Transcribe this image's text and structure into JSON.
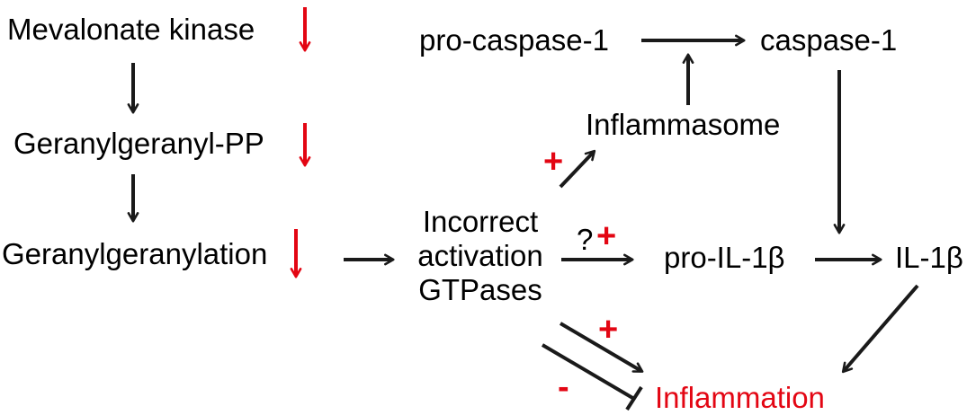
{
  "colors": {
    "text": "#000000",
    "arrow": "#1a1a1a",
    "accent_red": "#e30613"
  },
  "nodes": {
    "mevalonate_kinase": "Mevalonate kinase",
    "geranylgeranyl_pp": "Geranylgeranyl-PP",
    "geranylgeranylation": "Geranylgeranylation",
    "incorrect_activation_line1": "Incorrect",
    "incorrect_activation_line2": "activation",
    "incorrect_activation_line3": "GTPases",
    "pro_caspase_1": "pro-caspase-1",
    "caspase_1": "caspase-1",
    "inflammasome": "Inflammasome",
    "pro_il_1b": "pro-IL-1β",
    "il_1b": "IL-1β",
    "inflammation": "Inflammation"
  },
  "signs": {
    "plus_inflammasome": "+",
    "question": "?",
    "plus_pro_il": "+",
    "plus_inflammation": "+",
    "minus_inflammation": "-"
  },
  "edges": [
    {
      "from": "mevalonate_kinase",
      "to": "geranylgeranyl_pp",
      "type": "activation"
    },
    {
      "from": "geranylgeranyl_pp",
      "to": "geranylgeranylation",
      "type": "activation"
    },
    {
      "from": "geranylgeranylation",
      "to": "incorrect_activation",
      "type": "activation"
    },
    {
      "from": "incorrect_activation",
      "to": "inflammasome",
      "type": "activation",
      "sign": "+"
    },
    {
      "from": "inflammasome",
      "to": "pro_caspase_1_to_caspase_1",
      "type": "activation"
    },
    {
      "from": "pro_caspase_1",
      "to": "caspase_1",
      "type": "activation"
    },
    {
      "from": "caspase_1",
      "to": "il_1b",
      "type": "activation"
    },
    {
      "from": "incorrect_activation",
      "to": "pro_il_1b",
      "type": "activation",
      "sign": "?+"
    },
    {
      "from": "pro_il_1b",
      "to": "il_1b",
      "type": "activation"
    },
    {
      "from": "il_1b",
      "to": "inflammation",
      "type": "activation"
    },
    {
      "from": "incorrect_activation",
      "to": "inflammation",
      "type": "activation",
      "sign": "+"
    },
    {
      "from": "incorrect_activation",
      "to": "inflammation",
      "type": "inhibition",
      "sign": "-"
    }
  ],
  "decreased_markers": [
    "mevalonate_kinase",
    "geranylgeranyl_pp",
    "geranylgeranylation"
  ]
}
